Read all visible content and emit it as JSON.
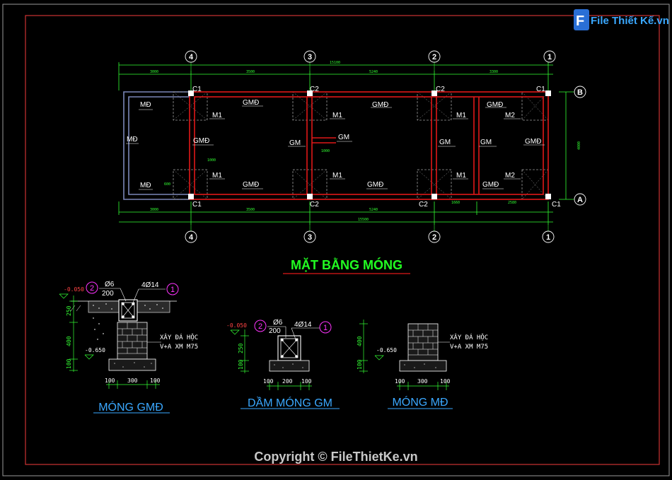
{
  "brand": {
    "logo_text": "File Thiết Kế.vn"
  },
  "plan": {
    "title": "MẶT BẰNG MÓNG",
    "axes_top": [
      "4",
      "3",
      "2",
      "1"
    ],
    "axes_bottom": [
      "4",
      "3",
      "2",
      "1"
    ],
    "axes_right": [
      "B",
      "A"
    ],
    "dims_top_overall": "15100",
    "dims_top": [
      "3000",
      "3500",
      "5240",
      "3300"
    ],
    "dims_bottom": [
      "3000",
      "3500",
      "5240",
      "1660",
      "2580"
    ],
    "dims_bottom_overall": "15500",
    "dim_right": "4000",
    "dim_small_1": "1000",
    "dim_small_2": "1000",
    "dim_small_3": "600",
    "columns_top": [
      "C1",
      "C2",
      "C2",
      "C1"
    ],
    "columns_bottom": [
      "C1",
      "C2",
      "C2",
      "C1"
    ],
    "labels": {
      "md_top": "MĐ",
      "md_mid": "MĐ",
      "md_bot": "MĐ",
      "gmd_top1": "GMĐ",
      "gmd_top2": "GMĐ",
      "gmd_top3": "GMĐ",
      "gmd_left": "GMĐ",
      "gmd_right": "GMĐ",
      "gmd_bot1": "GMĐ",
      "gmd_bot2": "GMĐ",
      "gmd_bot3": "GMĐ",
      "gm_1": "GM",
      "gm_2": "GM",
      "gm_3": "GM",
      "gm_4": "GM",
      "m1_a": "M1",
      "m1_b": "M1",
      "m1_c": "M1",
      "m1_d": "M1",
      "m1_e": "M1",
      "m1_f": "M1",
      "m2_a": "M2",
      "m2_b": "M2"
    }
  },
  "details": {
    "gmd": {
      "title": "MÓNG GMĐ",
      "level_top": "-0.050",
      "level_bot": "-0.650",
      "stirrup_tag": "2",
      "stirrup_top": "Ø6",
      "stirrup_bot": "200",
      "rebar_text": "4Ø14",
      "rebar_tag": "1",
      "dim_v": [
        "250",
        "400",
        "100"
      ],
      "dim_h": [
        "100",
        "300",
        "100"
      ],
      "note1": "XÂY ĐÁ HỘC",
      "note2": "V+A XM M75"
    },
    "gm": {
      "title": "DẦM MÓNG GM",
      "level_top": "-0.050",
      "stirrup_tag": "2",
      "stirrup_top": "Ø6",
      "stirrup_bot": "200",
      "rebar_text": "4Ø14",
      "rebar_tag": "1",
      "dim_v": [
        "250",
        "100"
      ],
      "dim_h": [
        "100",
        "200",
        "100"
      ]
    },
    "md": {
      "title": "MÓNG MĐ",
      "level_bot": "-0.650",
      "dim_v": [
        "400",
        "100"
      ],
      "dim_h": [
        "100",
        "300",
        "100"
      ],
      "note1": "XÂY ĐÁ HỘC",
      "note2": "V+A XM M75"
    }
  },
  "copyright": "Copyright © FileThietKe.vn",
  "colors": {
    "background": "#000000",
    "frame": "#cc3333",
    "beam": "#e01818",
    "wall": "#7a86b8",
    "text": "#ffffff",
    "dim": "#33ff33",
    "axis_text": "#ffffff",
    "title_green": "#22ff22",
    "title_blue": "#3aa8ff",
    "tag_magenta": "#ff33ff"
  }
}
